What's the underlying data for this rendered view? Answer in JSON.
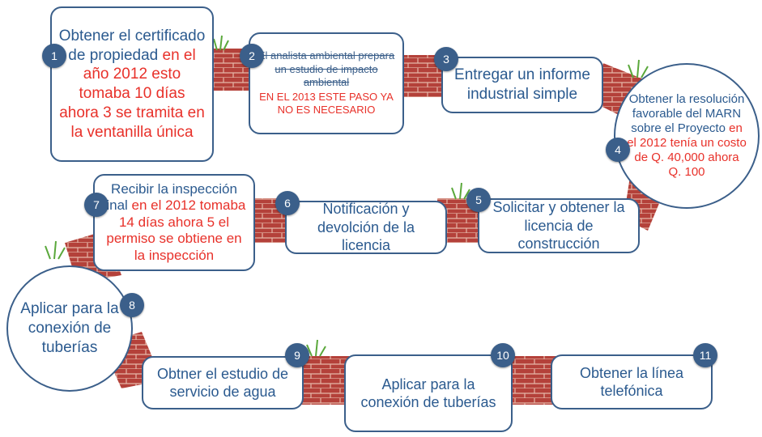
{
  "colors": {
    "box_border": "#3b5f8a",
    "text_blue": "#2b5a8f",
    "text_red": "#e8312a",
    "brick": "#b4413a",
    "badge": "#3b5f8a"
  },
  "steps": [
    {
      "number": "1",
      "text": "Obtener el certificado de propiedad",
      "note": " en el año 2012 esto tomaba 10 días ahora 3 se tramita en la ventanilla única"
    },
    {
      "number": "2",
      "struck": "El analista ambiental prepara un estudio de impacto ambiental",
      "note": "EN EL 2013   ESTE PASO YA  NO ES NECESARIO"
    },
    {
      "number": "3",
      "text": "Entregar un informe industrial simple"
    },
    {
      "number": "4",
      "text": "Obtener la resolución favorable del MARN sobre el Proyecto",
      "note": " en el 2012 tenía un costo de Q. 40,000 ahora Q. 100"
    },
    {
      "number": "5",
      "text": "Solicitar  y obtener la licencia de construcción"
    },
    {
      "number": "6",
      "text": "Notificación y devolción de la licencia"
    },
    {
      "number": "7",
      "text": "Recibir la inspección final",
      "note": " en el 2012 tomaba 14 días ahora  5  el permiso se obtiene en la inspección"
    },
    {
      "number": "8",
      "text": "Aplicar para la conexión de tuberías"
    },
    {
      "number": "9",
      "text": "Obtner el estudio de servicio de agua"
    },
    {
      "number": "10",
      "text": "Aplicar para la conexión de tuberías"
    },
    {
      "number": "11",
      "text": "Obtener la línea telefónica"
    }
  ]
}
